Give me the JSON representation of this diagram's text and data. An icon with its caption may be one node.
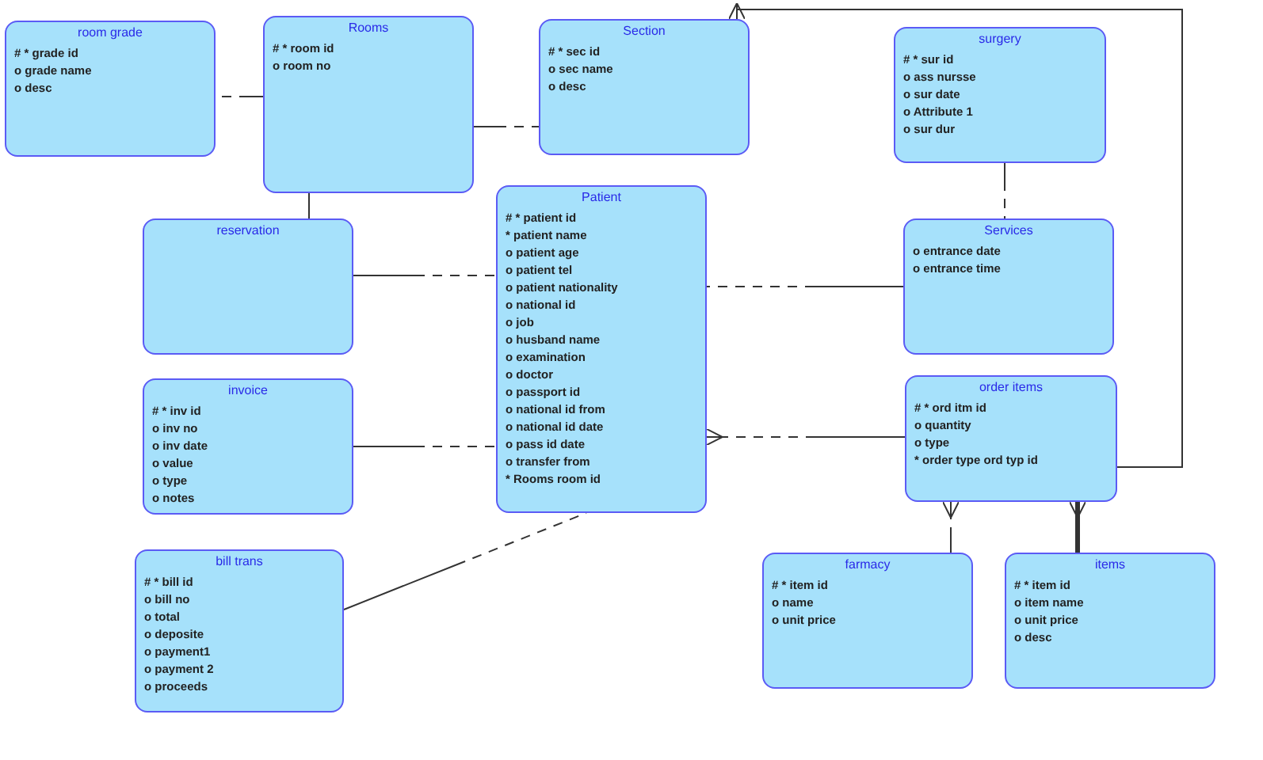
{
  "diagram": {
    "nodes": [
      {
        "text": [
          "room grade",
          "# * grade id",
          "o grade name",
          "o desc"
        ]
      },
      {
        "text": [
          "Rooms",
          "# * room id",
          "o room no"
        ]
      },
      {
        "text": [
          "Section",
          "# * sec id",
          "o sec name",
          "o desc"
        ]
      },
      {
        "text": [
          "surgery",
          "# * sur id",
          "o ass nursse",
          "o sur date",
          "o Attribute 1",
          "o sur dur"
        ]
      },
      {
        "text": [
          "reservation"
        ]
      },
      {
        "text": [
          "Patient",
          "# * patient id",
          "* patient name",
          "o patient age",
          "o patient tel",
          "o patient nationality",
          "o national id",
          "o job",
          "o husband name",
          "o examination",
          "o doctor",
          "o passport id",
          "o national id from",
          "o national id date",
          "o pass id date",
          "o transfer from",
          "* Rooms room id"
        ]
      },
      {
        "text": [
          "Services",
          "o entrance date",
          "o entrance time"
        ]
      },
      {
        "text": [
          "invoice",
          "# * inv id",
          "o inv no",
          "o inv date",
          "o value",
          "o type",
          "o notes"
        ]
      },
      {
        "text": [
          "order items",
          "# * ord itm id",
          "o quantity",
          "o type",
          "* order type ord typ id"
        ]
      },
      {
        "text": [
          "bill trans",
          "# * bill id",
          "o bill no",
          "o total",
          "o deposite",
          "o payment1",
          "o payment 2",
          "o proceeds"
        ]
      },
      {
        "text": [
          "farmacy",
          "# * item id",
          "o name",
          "o unit price"
        ]
      },
      {
        "text": [
          "items",
          "# * item id",
          "o item name",
          "o unit price",
          "o desc"
        ]
      }
    ],
    "edges": [
      {
        "from": 1,
        "to": 0,
        "arrow": "none",
        "style": "dashed"
      },
      {
        "from": 1,
        "to": 2,
        "arrow": "none",
        "style": "dashed"
      },
      {
        "from": 1,
        "to": 4,
        "arrow": "none"
      },
      {
        "from": 4,
        "to": 5,
        "arrow": "none",
        "style": "dashed"
      },
      {
        "from": 6,
        "to": 5,
        "arrow": "none",
        "style": "dashed"
      },
      {
        "from": 3,
        "to": 6,
        "arrow": "none",
        "style": "dashed"
      },
      {
        "from": 7,
        "to": 5,
        "arrow": "none",
        "style": "dashed"
      },
      {
        "from": 8,
        "to": 5,
        "arrow": "other",
        "style": "dashed"
      },
      {
        "from": 8,
        "to": 2,
        "arrow": "other"
      },
      {
        "from": 10,
        "to": 8,
        "arrow": "other",
        "style": "dashed"
      },
      {
        "from": 11,
        "to": 8,
        "arrow": "other",
        "style": "thick"
      },
      {
        "from": 9,
        "to": 5,
        "arrow": "none",
        "style": "dashed"
      }
    ]
  }
}
